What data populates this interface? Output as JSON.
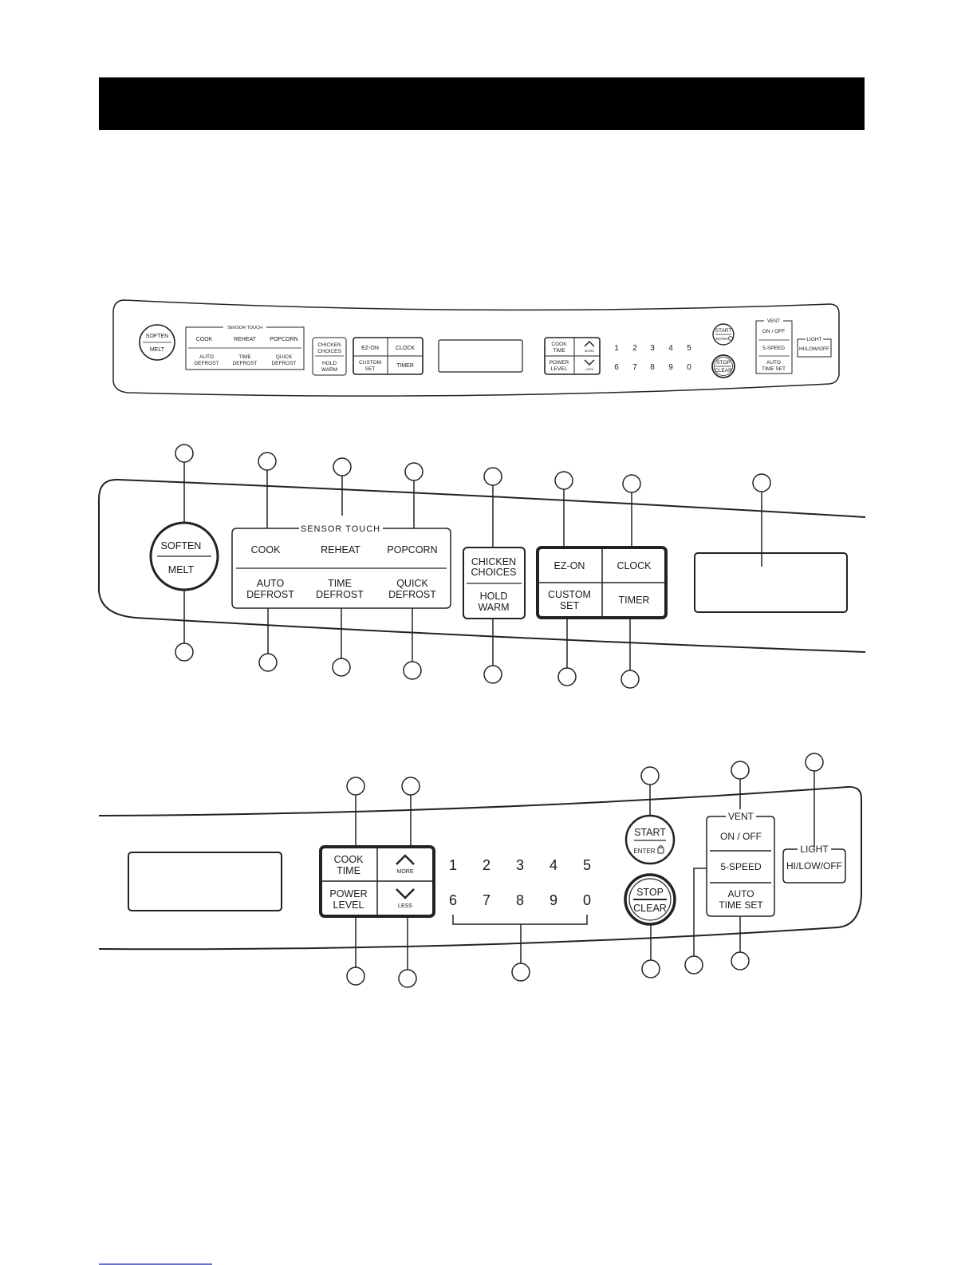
{
  "header": {
    "title": ""
  },
  "panel": {
    "soften": "SOFTEN",
    "melt": "MELT",
    "sensor_touch": "SENSOR TOUCH",
    "cook": "COOK",
    "reheat": "REHEAT",
    "popcorn": "POPCORN",
    "auto_defrost": [
      "AUTO",
      "DEFROST"
    ],
    "time_defrost": [
      "TIME",
      "DEFROST"
    ],
    "quick_defrost": [
      "QUICK",
      "DEFROST"
    ],
    "chicken_choices": [
      "CHICKEN",
      "CHOICES"
    ],
    "hold_warm": [
      "HOLD",
      "WARM"
    ],
    "ez_on": "EZ-ON",
    "clock": "CLOCK",
    "custom_set": [
      "CUSTOM",
      "SET"
    ],
    "timer": "TIMER",
    "cook_time": [
      "COOK",
      "TIME"
    ],
    "power_level": [
      "POWER",
      "LEVEL"
    ],
    "more": "MORE",
    "less": "LESS",
    "digits_top": [
      "1",
      "2",
      "3",
      "4",
      "5"
    ],
    "digits_bottom": [
      "6",
      "7",
      "8",
      "9",
      "0"
    ],
    "start": "START",
    "enter": "ENTER",
    "stop": "STOP",
    "clear": "CLEAR",
    "vent": "VENT",
    "on_off": "ON / OFF",
    "five_speed": "5-SPEED",
    "auto_time_set": [
      "AUTO",
      "TIME SET"
    ],
    "light": "LIGHT",
    "hi_low_off": "HI/LOW/OFF"
  },
  "colors": {
    "header_bar": "#000000",
    "ink": "#1a1a1a",
    "link_underline": "#3344cc"
  }
}
